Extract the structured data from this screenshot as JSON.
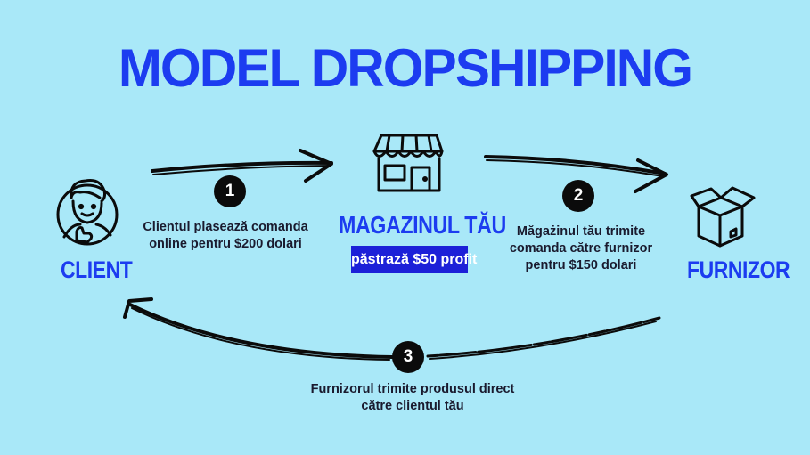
{
  "title": "MODEL DROPSHIPPING",
  "nodes": {
    "client": "CLIENT",
    "store": "MAGAZINUL TĂU",
    "store_profit": "păstrază $50 profit",
    "supplier": "FURNIZOR"
  },
  "steps": [
    {
      "number": "1",
      "text": "Clientul plasează  comanda online pentru $200 dolari"
    },
    {
      "number": "2",
      "text": "Măgażinul tău trimite comanda către furnizor pentru $150 dolari"
    },
    {
      "number": "3",
      "text": "Furnizorul trimite produsul direct către clientul tău"
    }
  ],
  "colors": {
    "background": "#a9e8f8",
    "accent": "#1c3cf0",
    "profit_box": "#1c20d8",
    "ink": "#0b0b0b"
  },
  "icons": {
    "client": "person-thumbs-up-icon",
    "store": "storefront-icon",
    "supplier": "open-box-icon"
  }
}
